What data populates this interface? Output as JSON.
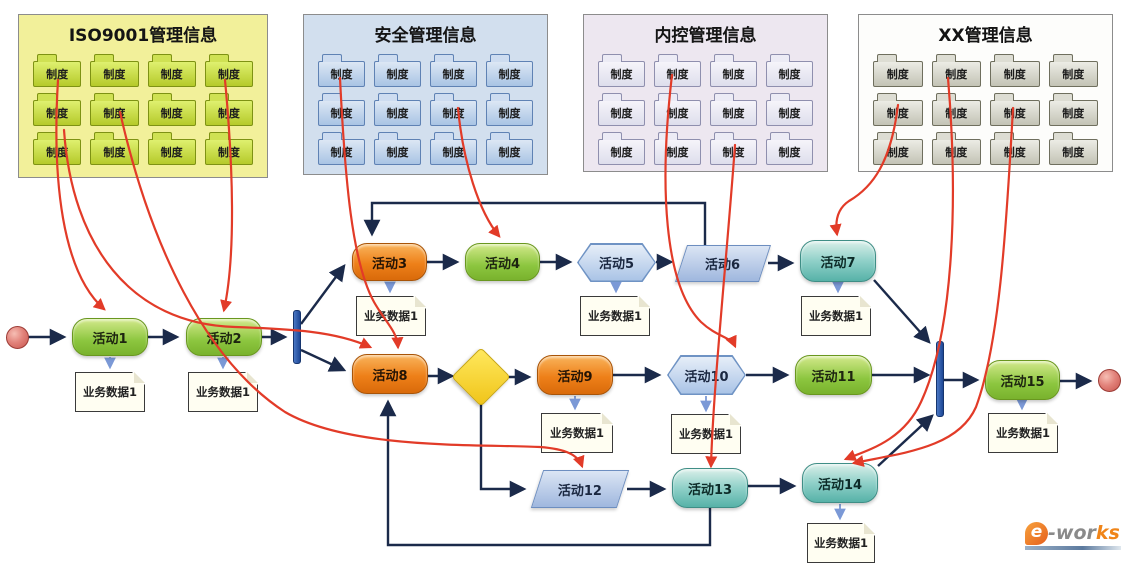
{
  "panels": [
    {
      "title": "ISO9001管理信息",
      "folder_label": "制度",
      "folder_count": 12,
      "bg": "#f2f09a"
    },
    {
      "title": "安全管理信息",
      "folder_label": "制度",
      "folder_count": 12,
      "bg": "#d2dfee"
    },
    {
      "title": "内控管理信息",
      "folder_label": "制度",
      "folder_count": 12,
      "bg": "#ede7f0"
    },
    {
      "title": "XX管理信息",
      "folder_label": "制度",
      "folder_count": 12,
      "bg": "#fdfdfb"
    }
  ],
  "flow": {
    "doc_label": "业务数据1",
    "activities": [
      {
        "label": "活动1",
        "shape": "rounded",
        "color": "green"
      },
      {
        "label": "活动2",
        "shape": "rounded",
        "color": "green"
      },
      {
        "label": "活动3",
        "shape": "rounded",
        "color": "orange"
      },
      {
        "label": "活动4",
        "shape": "rounded",
        "color": "green"
      },
      {
        "label": "活动5",
        "shape": "hexagon",
        "color": "blue"
      },
      {
        "label": "活动6",
        "shape": "parallelogram",
        "color": "blue"
      },
      {
        "label": "活动7",
        "shape": "rounded",
        "color": "teal"
      },
      {
        "label": "活动8",
        "shape": "rounded",
        "color": "orange"
      },
      {
        "label": "活动9",
        "shape": "rounded",
        "color": "orange"
      },
      {
        "label": "活动10",
        "shape": "hexagon",
        "color": "blue"
      },
      {
        "label": "活动11",
        "shape": "rounded",
        "color": "green"
      },
      {
        "label": "活动12",
        "shape": "parallelogram",
        "color": "blue"
      },
      {
        "label": "活动13",
        "shape": "rounded",
        "color": "teal"
      },
      {
        "label": "活动14",
        "shape": "rounded",
        "color": "teal"
      },
      {
        "label": "活动15",
        "shape": "rounded",
        "color": "green"
      }
    ]
  },
  "colors": {
    "regulation_link": "#e23b28",
    "flow_connector": "#1b2a4a",
    "data_connector": "#7b99d6",
    "decision_diamond": "#f2cb1d",
    "fork_join_bar": "#1d4795"
  },
  "logo": {
    "e": "e",
    "wor": "-wor",
    "ks": "ks"
  }
}
